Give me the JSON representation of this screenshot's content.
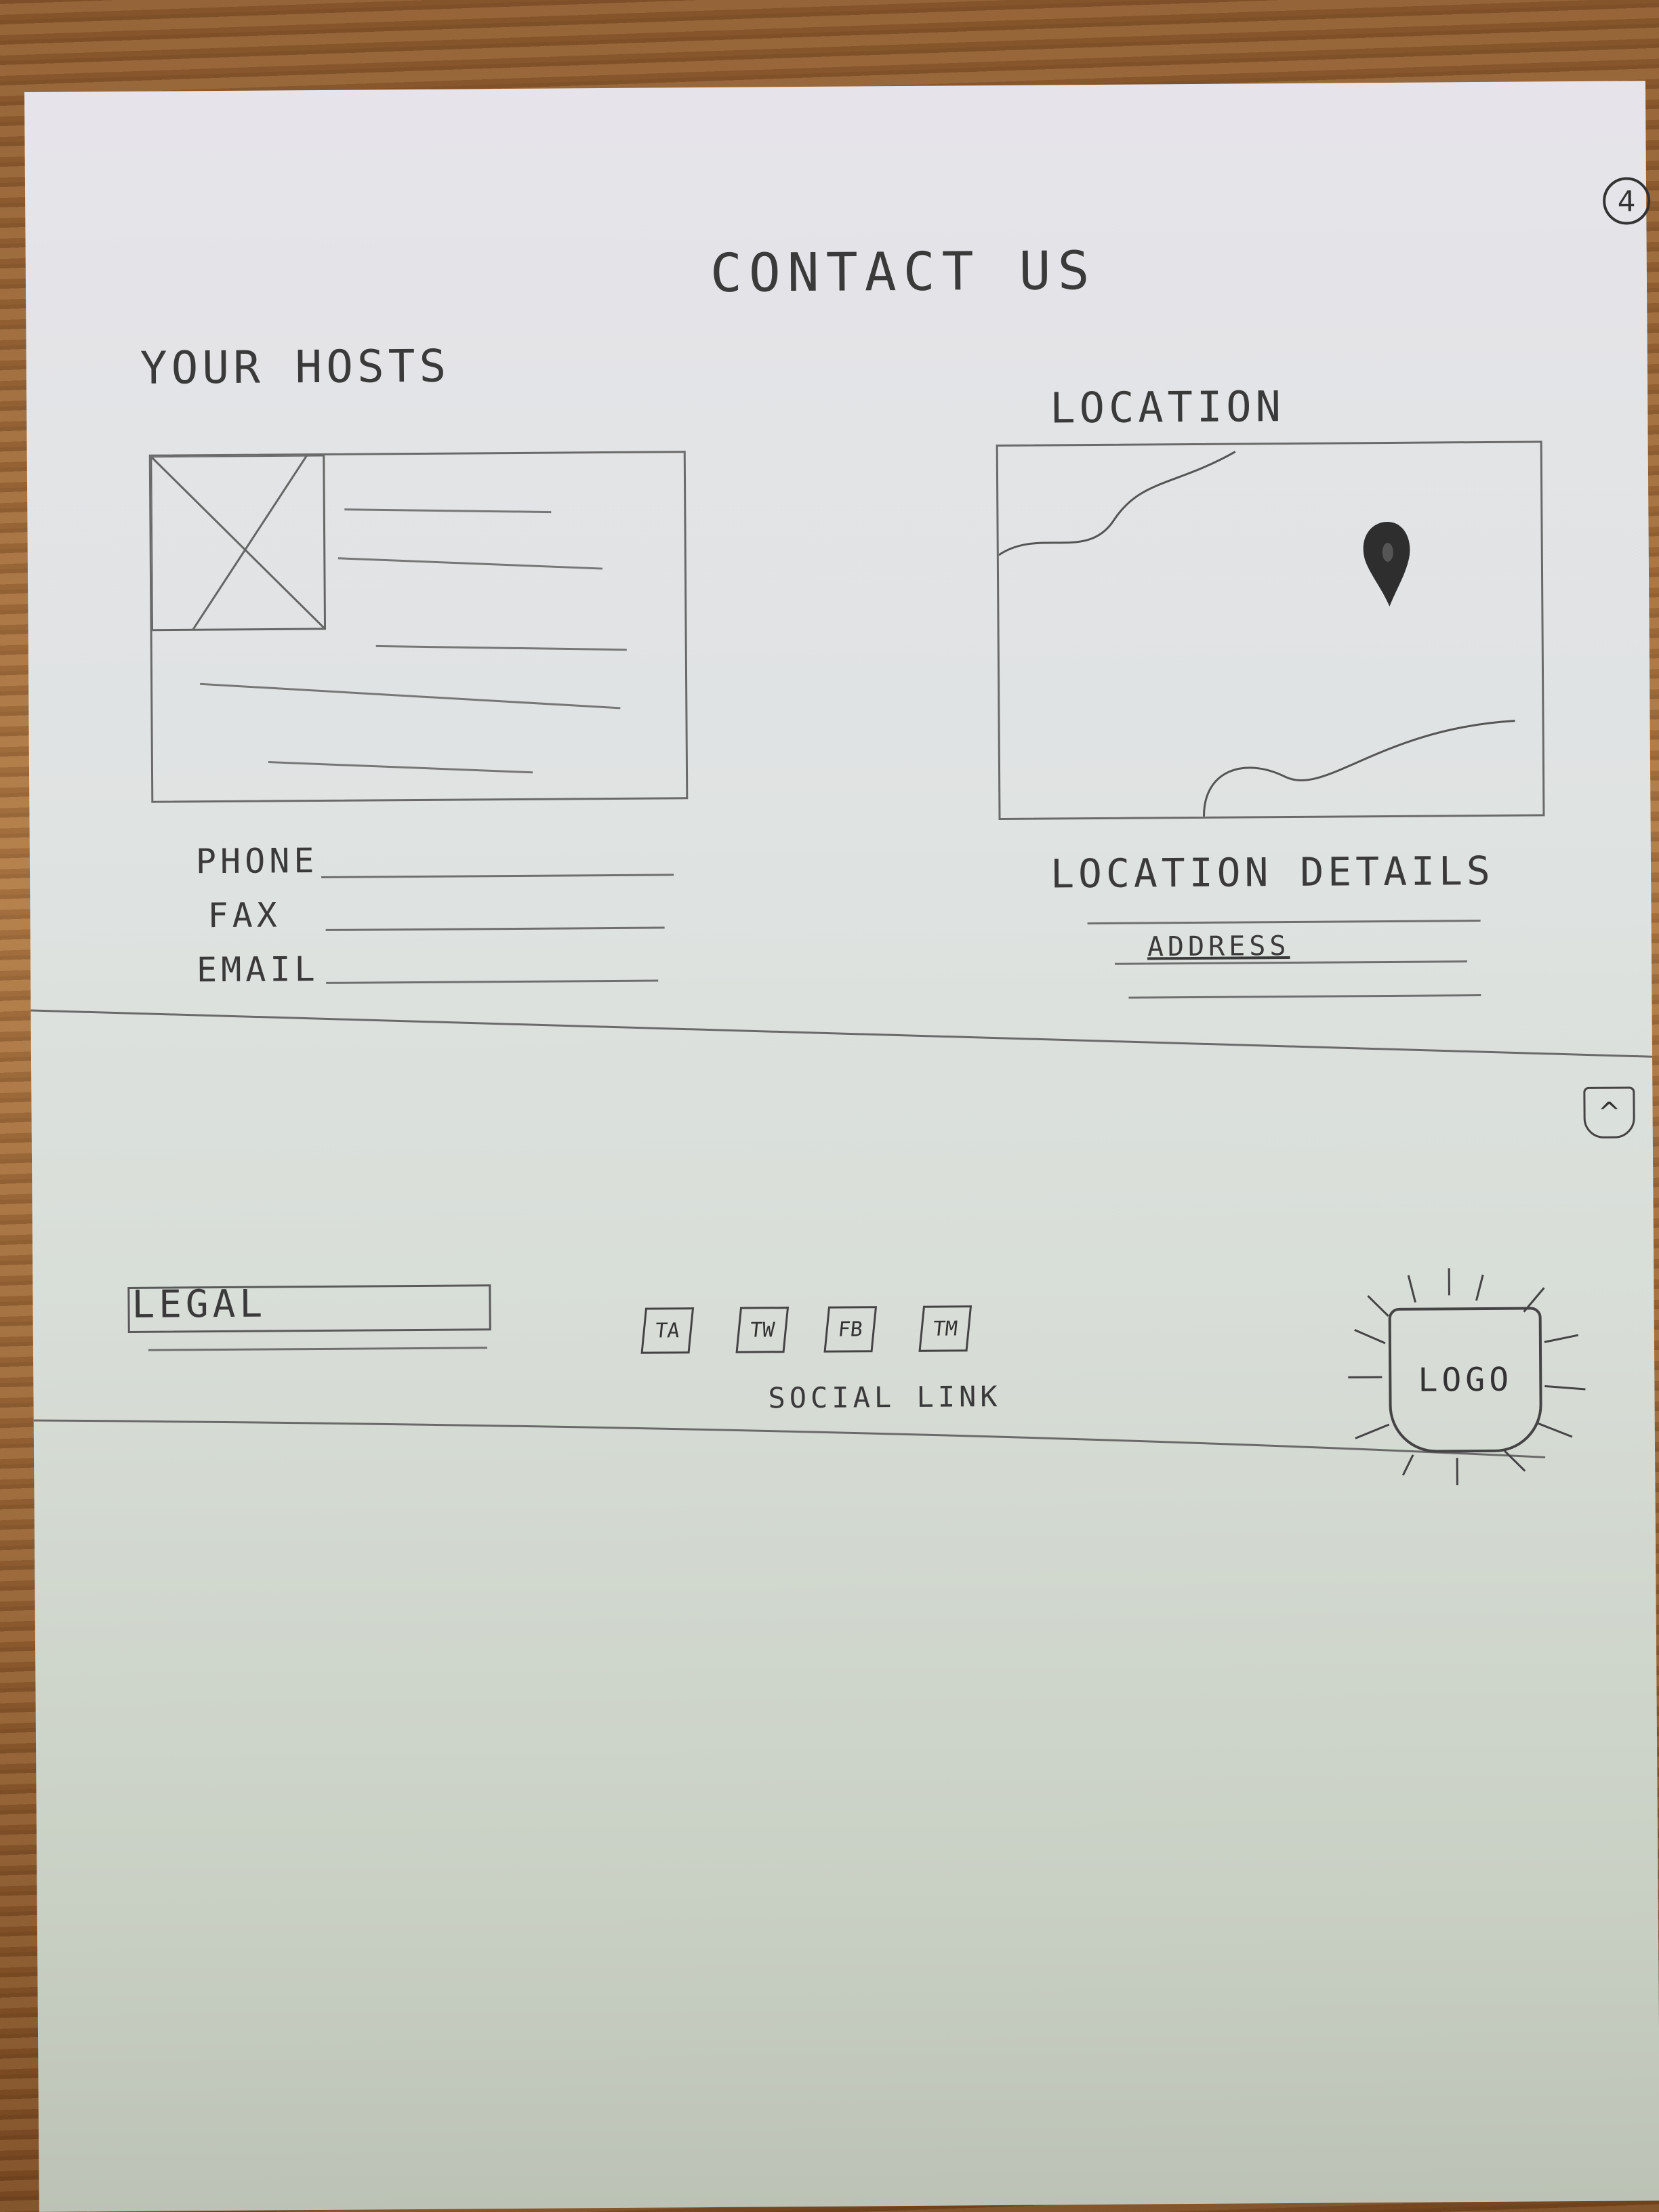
{
  "page": {
    "title": "CONTACT US",
    "page_number": "4"
  },
  "hosts": {
    "heading": "YOUR HOSTS",
    "image_placeholder": "image-placeholder",
    "fields": [
      {
        "label": "PHONE"
      },
      {
        "label": "FAX"
      },
      {
        "label": "EMAIL"
      }
    ]
  },
  "location": {
    "heading": "LOCATION",
    "map_marker_icon": "map-pin-icon",
    "details_heading": "LOCATION DETAILS",
    "address_label": "ADDRESS"
  },
  "back_to_top": {
    "icon": "chevron-up-icon",
    "glyph": "^"
  },
  "footer": {
    "legal_label": "LEGAL",
    "social": {
      "label": "SOCIAL LINK",
      "icons": [
        {
          "abbr": "TA",
          "icon": "tripadvisor-icon"
        },
        {
          "abbr": "TW",
          "icon": "twitter-icon"
        },
        {
          "abbr": "FB",
          "icon": "facebook-icon"
        },
        {
          "abbr": "TM",
          "icon": "tumblr-icon"
        }
      ]
    },
    "logo_label": "LOGO"
  }
}
